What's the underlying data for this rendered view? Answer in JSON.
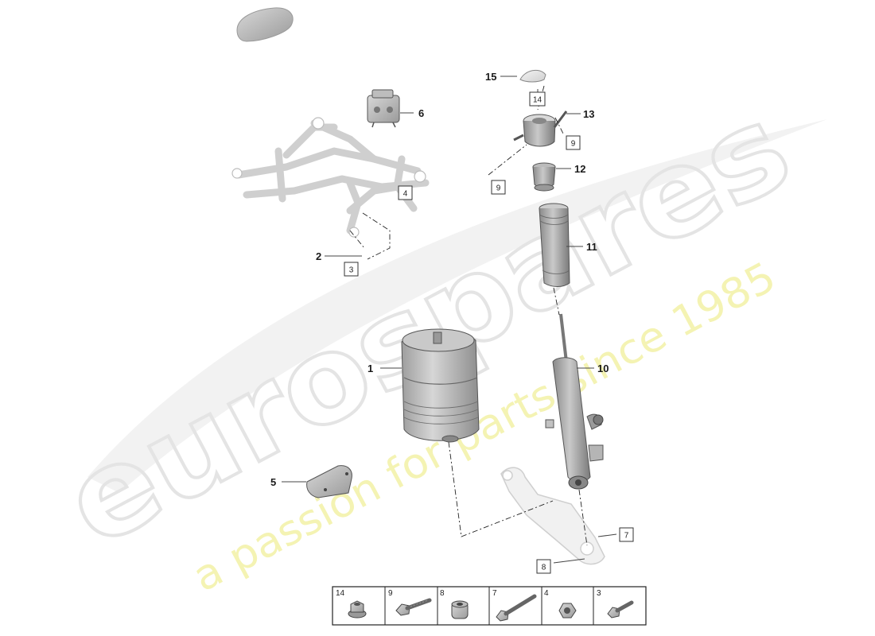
{
  "watermark": {
    "brand": "eurospares",
    "tagline": "a passion for parts since 1985"
  },
  "callouts": [
    {
      "id": "c1",
      "label": "1"
    },
    {
      "id": "c2",
      "label": "2"
    },
    {
      "id": "c5",
      "label": "5"
    },
    {
      "id": "c6",
      "label": "6"
    },
    {
      "id": "c10",
      "label": "10"
    },
    {
      "id": "c11",
      "label": "11"
    },
    {
      "id": "c12",
      "label": "12"
    },
    {
      "id": "c13",
      "label": "13"
    },
    {
      "id": "c15",
      "label": "15"
    }
  ],
  "ref_boxes": [
    {
      "id": "r3",
      "label": "3"
    },
    {
      "id": "r4",
      "label": "4"
    },
    {
      "id": "r7",
      "label": "7"
    },
    {
      "id": "r8",
      "label": "8"
    },
    {
      "id": "r9a",
      "label": "9"
    },
    {
      "id": "r9b",
      "label": "9"
    },
    {
      "id": "r14",
      "label": "14"
    }
  ],
  "fastener_table": [
    {
      "label": "14",
      "icon": "flange-nut-icon"
    },
    {
      "label": "9",
      "icon": "hex-bolt-icon"
    },
    {
      "label": "8",
      "icon": "bushing-icon"
    },
    {
      "label": "7",
      "icon": "long-bolt-icon"
    },
    {
      "label": "4",
      "icon": "hex-nut-icon"
    },
    {
      "label": "3",
      "icon": "short-bolt-icon"
    }
  ]
}
